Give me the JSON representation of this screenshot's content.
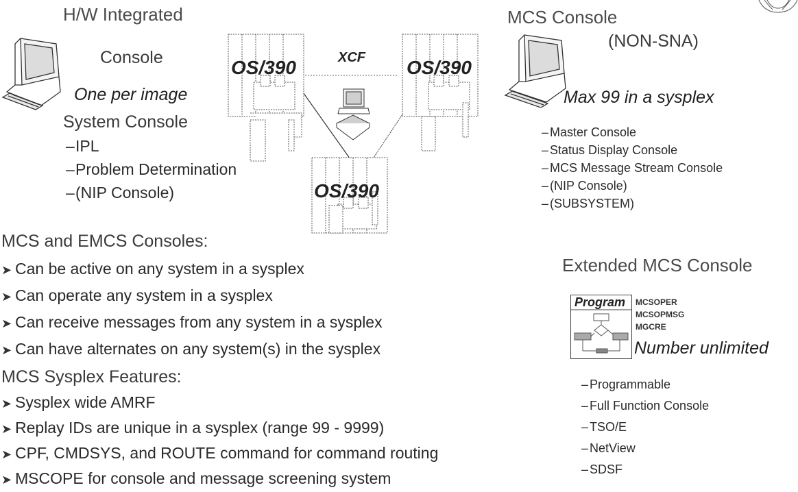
{
  "hw_console": {
    "title": "H/W Integrated",
    "console_label": "Console",
    "note": "One per image",
    "system_console": "System Console",
    "items": [
      "IPL",
      "Problem Determination",
      "(NIP Console)"
    ]
  },
  "center": {
    "os_top_left": "OS/390",
    "os_top_right": "OS/390",
    "os_bottom": "OS/390",
    "xcf": "XCF"
  },
  "mcs_console": {
    "title": "MCS Console",
    "subtitle": "(NON-SNA)",
    "note": "Max 99 in a sysplex",
    "items": [
      "Master Console",
      "Status Display Console",
      "MCS Message Stream Console",
      "(NIP Console)",
      "(SUBSYSTEM)"
    ]
  },
  "emcs": {
    "heading": "MCS and EMCS Consoles:",
    "items": [
      "Can be active on any system in a sysplex",
      "Can operate any system in a sysplex",
      "Can receive messages from any system in a sysplex",
      "Can have alternates on any system(s) in the sysplex"
    ]
  },
  "features": {
    "heading": "MCS Sysplex Features:",
    "items": [
      "Sysplex wide AMRF",
      "Replay IDs are unique in a sysplex (range 99 - 9999)",
      "CPF, CMDSYS, and ROUTE command for command routing",
      "MSCOPE for console and message screening system"
    ]
  },
  "extended": {
    "title": "Extended MCS Console",
    "program_label": "Program",
    "macros": [
      "MCSOPER",
      "MCSOPMSG",
      "MGCRE"
    ],
    "note": "Number unlimited",
    "items": [
      "Programmable",
      "Full Function Console",
      "TSO/E",
      "NetView",
      "SDSF"
    ]
  }
}
